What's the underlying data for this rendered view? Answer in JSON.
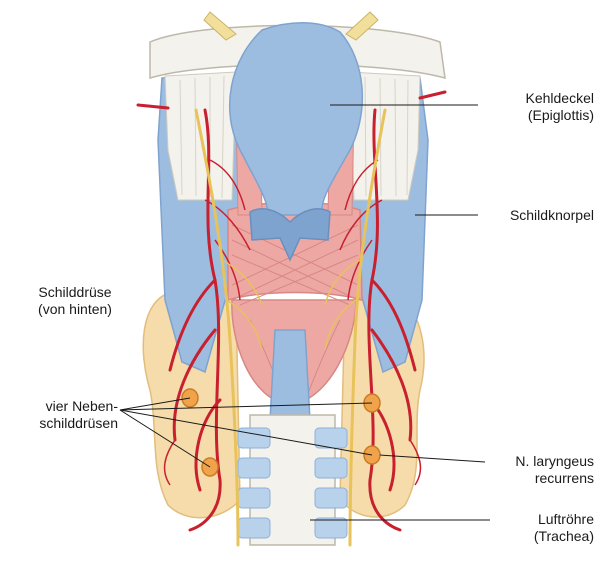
{
  "labels": {
    "epiglottis": {
      "line1": "Kehldeckel",
      "line2": "(Epiglottis)"
    },
    "thyroid_cartilage": {
      "line1": "Schildknorpel"
    },
    "thyroid_gland": {
      "line1": "Schilddrüse",
      "line2": "(von hinten)"
    },
    "parathyroids": {
      "line1": "vier Neben-",
      "line2": "schilddrüsen"
    },
    "recurrent_nerve": {
      "line1": "N. laryngeus",
      "line2": "recurrens"
    },
    "trachea": {
      "line1": "Luftröhre",
      "line2": "(Trachea)"
    }
  },
  "colors": {
    "cartilage_blue": "#9dbde0",
    "cartilage_blue_dark": "#7fa3cf",
    "bone_white": "#f4f2ec",
    "muscle_pink": "#eea8a4",
    "thyroid_yellow": "#f6dcab",
    "artery_red": "#c8202e",
    "nerve_yellow": "#e8c25a",
    "gland_orange": "#f0a34a"
  }
}
